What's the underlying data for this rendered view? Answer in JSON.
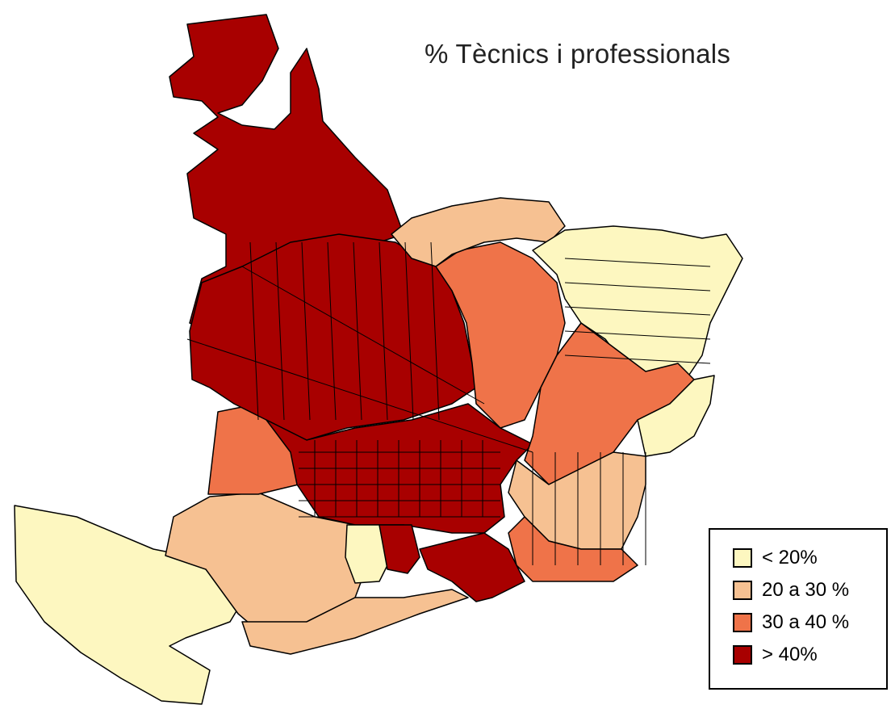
{
  "map": {
    "title": "% Tècnics i professionals",
    "legend": [
      {
        "label": "< 20%",
        "color": "#fdf7c0"
      },
      {
        "label": "20 a 30 %",
        "color": "#f6c192"
      },
      {
        "label": "30 a 40 %",
        "color": "#ef7349"
      },
      {
        "label": "> 40%",
        "color": "#a80000"
      }
    ]
  }
}
